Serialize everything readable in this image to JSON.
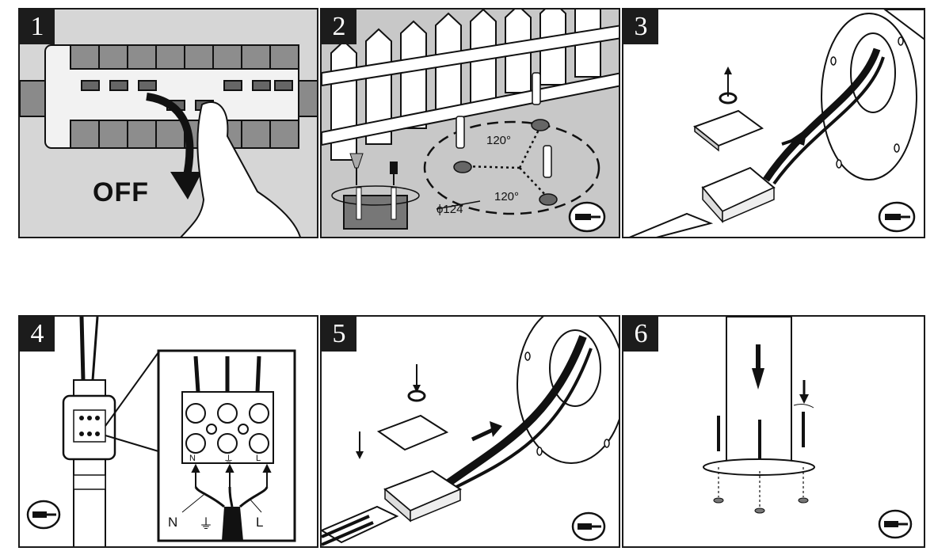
{
  "panels": [
    {
      "number": "1"
    },
    {
      "number": "2"
    },
    {
      "number": "3"
    },
    {
      "number": "4"
    },
    {
      "number": "5"
    },
    {
      "number": "6"
    }
  ],
  "step1": {
    "switch_label": "OFF"
  },
  "step2": {
    "angle_top": "120°",
    "angle_bottom": "120°",
    "diameter": "ϕ124"
  },
  "step4": {
    "terminal_labels": [
      "N",
      "L"
    ],
    "wire_labels": [
      "N",
      "L"
    ],
    "ground_symbol": "⏚"
  },
  "icons": [
    "screwdriver-icon",
    "screw-anchor-icon",
    "rotate-arrow-icon",
    "down-arrow-icon",
    "up-arrow-icon",
    "ground-icon"
  ],
  "colors": {
    "ink": "#1c1c1c",
    "panel1_bg": "#d9d9d9",
    "panel2_bg": "#c8c8c8"
  }
}
